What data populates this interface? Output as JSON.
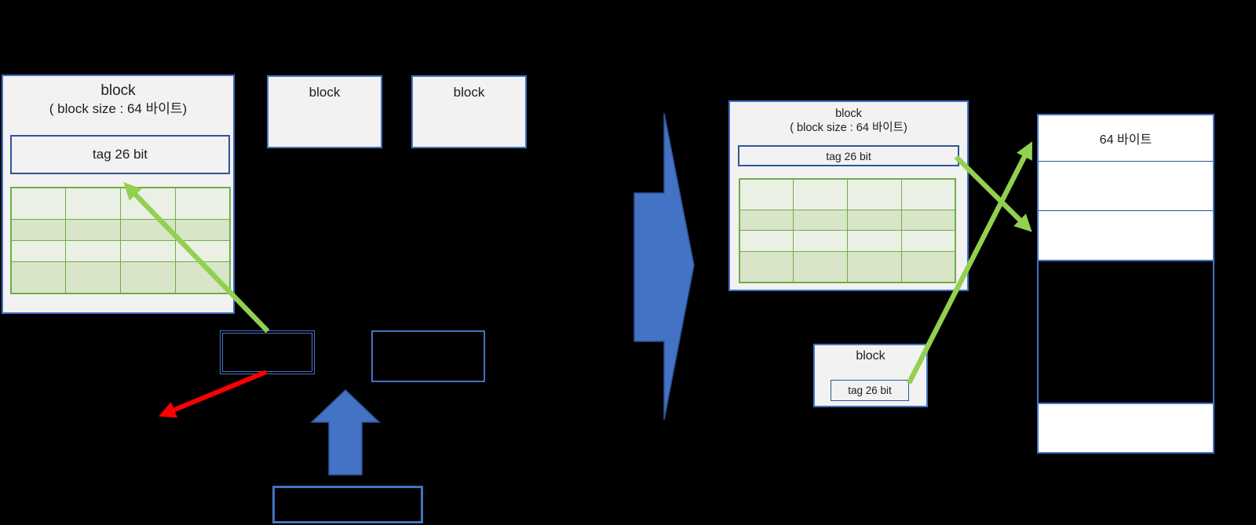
{
  "colors": {
    "background": "#000000",
    "panel_fill": "#F2F2F2",
    "panel_border": "#4472C4",
    "tag_border": "#2F5597",
    "table_border": "#70AD47",
    "table_row_light": "#EAF1E4",
    "table_row_dark": "#D8E5C9",
    "memory_row_fill": "#FFFFFF",
    "green_arrow": "#92D050",
    "red_arrow": "#FF0000",
    "block_arrow_fill": "#4472C4",
    "block_arrow_border": "#2E5395",
    "text": "#202020"
  },
  "diagram": {
    "left_cache": {
      "main_block": {
        "title": "block",
        "subtitle": "( block size : 64 바이트)",
        "tag": "tag 26 bit"
      },
      "block_b": {
        "label": "block"
      },
      "block_c": {
        "label": "block"
      }
    },
    "right_cache": {
      "main_block": {
        "title": "block",
        "subtitle": "( block size : 64 바이트)",
        "tag": "tag 26 bit"
      },
      "small_block": {
        "title": "block",
        "tag": "tag 26 bit"
      }
    },
    "memory": {
      "rows": [
        {
          "label": "64 바이트"
        },
        {
          "label": ""
        },
        {
          "label": ""
        },
        {
          "label": ""
        },
        {
          "label": ""
        }
      ]
    }
  }
}
